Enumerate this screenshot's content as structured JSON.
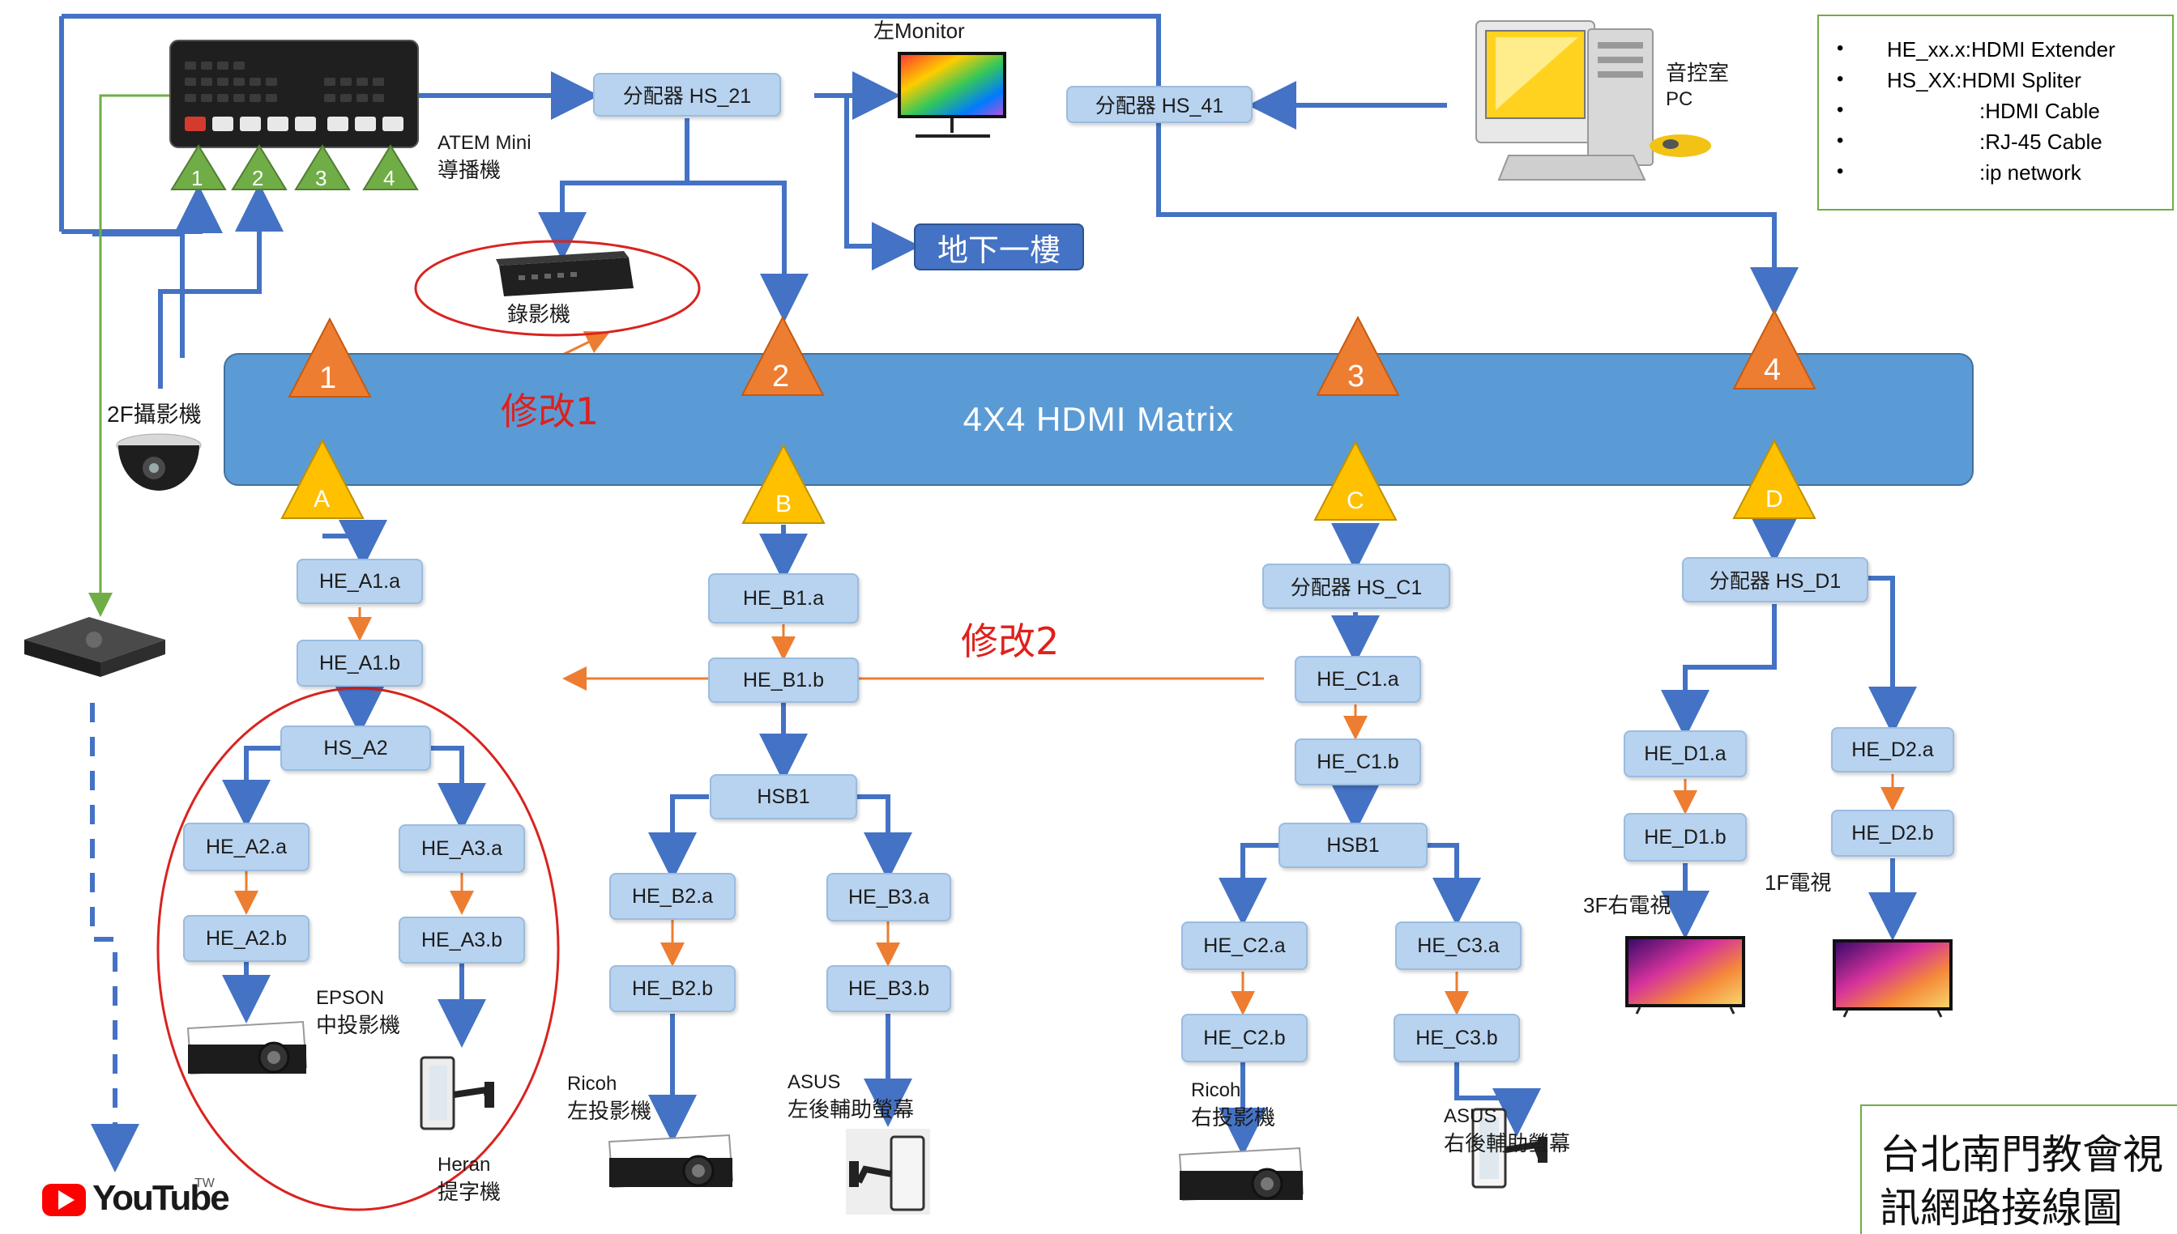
{
  "title": {
    "line1": "台北南門教會視",
    "line2": "訊網路接線圖"
  },
  "legend": [
    {
      "bullet": "•",
      "text": "HE_xx.x:HDMI Extender"
    },
    {
      "bullet": "•",
      "text": "HS_XX:HDMI Spliter"
    },
    {
      "bullet": "•",
      "text": ":HDMI Cable"
    },
    {
      "bullet": "•",
      "text": ":RJ-45 Cable"
    },
    {
      "bullet": "•",
      "text": ":ip network"
    }
  ],
  "colors": {
    "hdmi": "#4472c4",
    "rj45": "#ed7d31",
    "ip": "#4472c4",
    "note": "#e0201b",
    "green_line": "#70ad47"
  },
  "matrix": {
    "label": "4X4 HDMI Matrix",
    "outputs": [
      "1",
      "2",
      "3",
      "4"
    ],
    "inputs": [
      "A",
      "B",
      "C",
      "D"
    ]
  },
  "atem": {
    "name": "ATEM Mini",
    "desc": "導播機",
    "inputs": [
      "1",
      "2",
      "3",
      "4"
    ]
  },
  "labels": {
    "monitor_left": "左Monitor",
    "recorder": "錄影機",
    "basement": "地下一樓",
    "sound_room_1": "音控室",
    "sound_room_2": "PC",
    "camera_2f": "2F攝影機",
    "youtube": "YouTube",
    "youtube_tm": "TW",
    "epson_1": "EPSON",
    "epson_2": "中投影機",
    "heran_1": "Heran",
    "heran_2": "提字機",
    "ricoh_left_1": "Ricoh",
    "ricoh_left_2": "左投影機",
    "asus_left_1": "ASUS",
    "asus_left_2": "左後輔助螢幕",
    "ricoh_right_1": "Ricoh",
    "ricoh_right_2": "右投影機",
    "asus_right_1": "ASUS",
    "asus_right_2": "右後輔助螢幕",
    "tv_3f": "3F右電視",
    "tv_1f": "1F電視"
  },
  "notes": {
    "mod1": "修改1",
    "mod2": "修改2"
  },
  "nodes": {
    "hs21": "分配器 HS_21",
    "hs41": "分配器 HS_41",
    "hsc1": "分配器 HS_C1",
    "hsd1": "分配器 HS_D1",
    "hea1a": "HE_A1.a",
    "hea1b": "HE_A1.b",
    "hsa2": "HS_A2",
    "hea2a": "HE_A2.a",
    "hea2b": "HE_A2.b",
    "hea3a": "HE_A3.a",
    "hea3b": "HE_A3.b",
    "heb1a": "HE_B1.a",
    "heb1b": "HE_B1.b",
    "hsb1": "HSB1",
    "heb2a": "HE_B2.a",
    "heb2b": "HE_B2.b",
    "heb3a": "HE_B3.a",
    "heb3b": "HE_B3.b",
    "hec1a": "HE_C1.a",
    "hec1b": "HE_C1.b",
    "hsb1c": "HSB1",
    "hec2a": "HE_C2.a",
    "hec2b": "HE_C2.b",
    "hec3a": "HE_C3.a",
    "hec3b": "HE_C3.b",
    "hed1a": "HE_D1.a",
    "hed1b": "HE_D1.b",
    "hed2a": "HE_D2.a",
    "hed2b": "HE_D2.b"
  }
}
